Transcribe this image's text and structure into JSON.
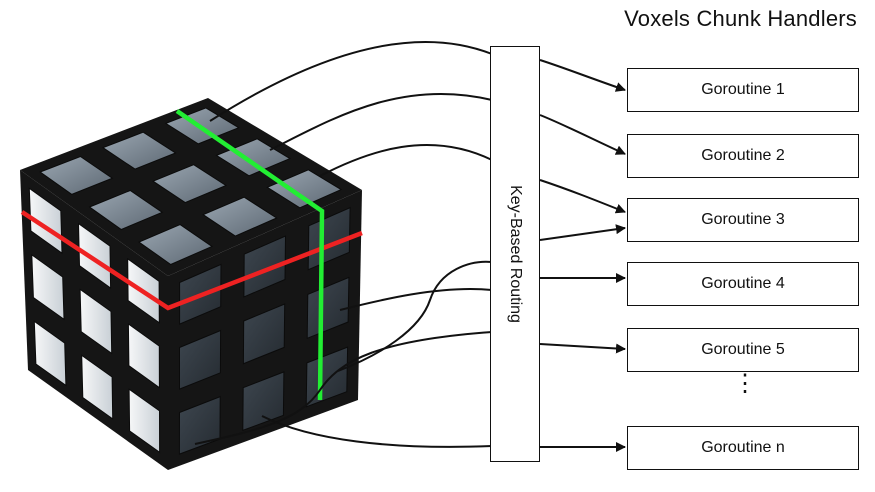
{
  "title": "Voxels Chunk Handlers",
  "router_label": "Key-Based Routing",
  "goroutines": [
    "Goroutine 1",
    "Goroutine 2",
    "Goroutine 3",
    "Goroutine 4",
    "Goroutine 5",
    "Goroutine n"
  ],
  "ellipsis": "⋮",
  "colors": {
    "slice_x": "#ee2222",
    "slice_y": "#22ee33",
    "tile_light": "#e8ecef",
    "tile_face": "#6e7984",
    "cube_body": "#151515",
    "line": "#111111"
  }
}
